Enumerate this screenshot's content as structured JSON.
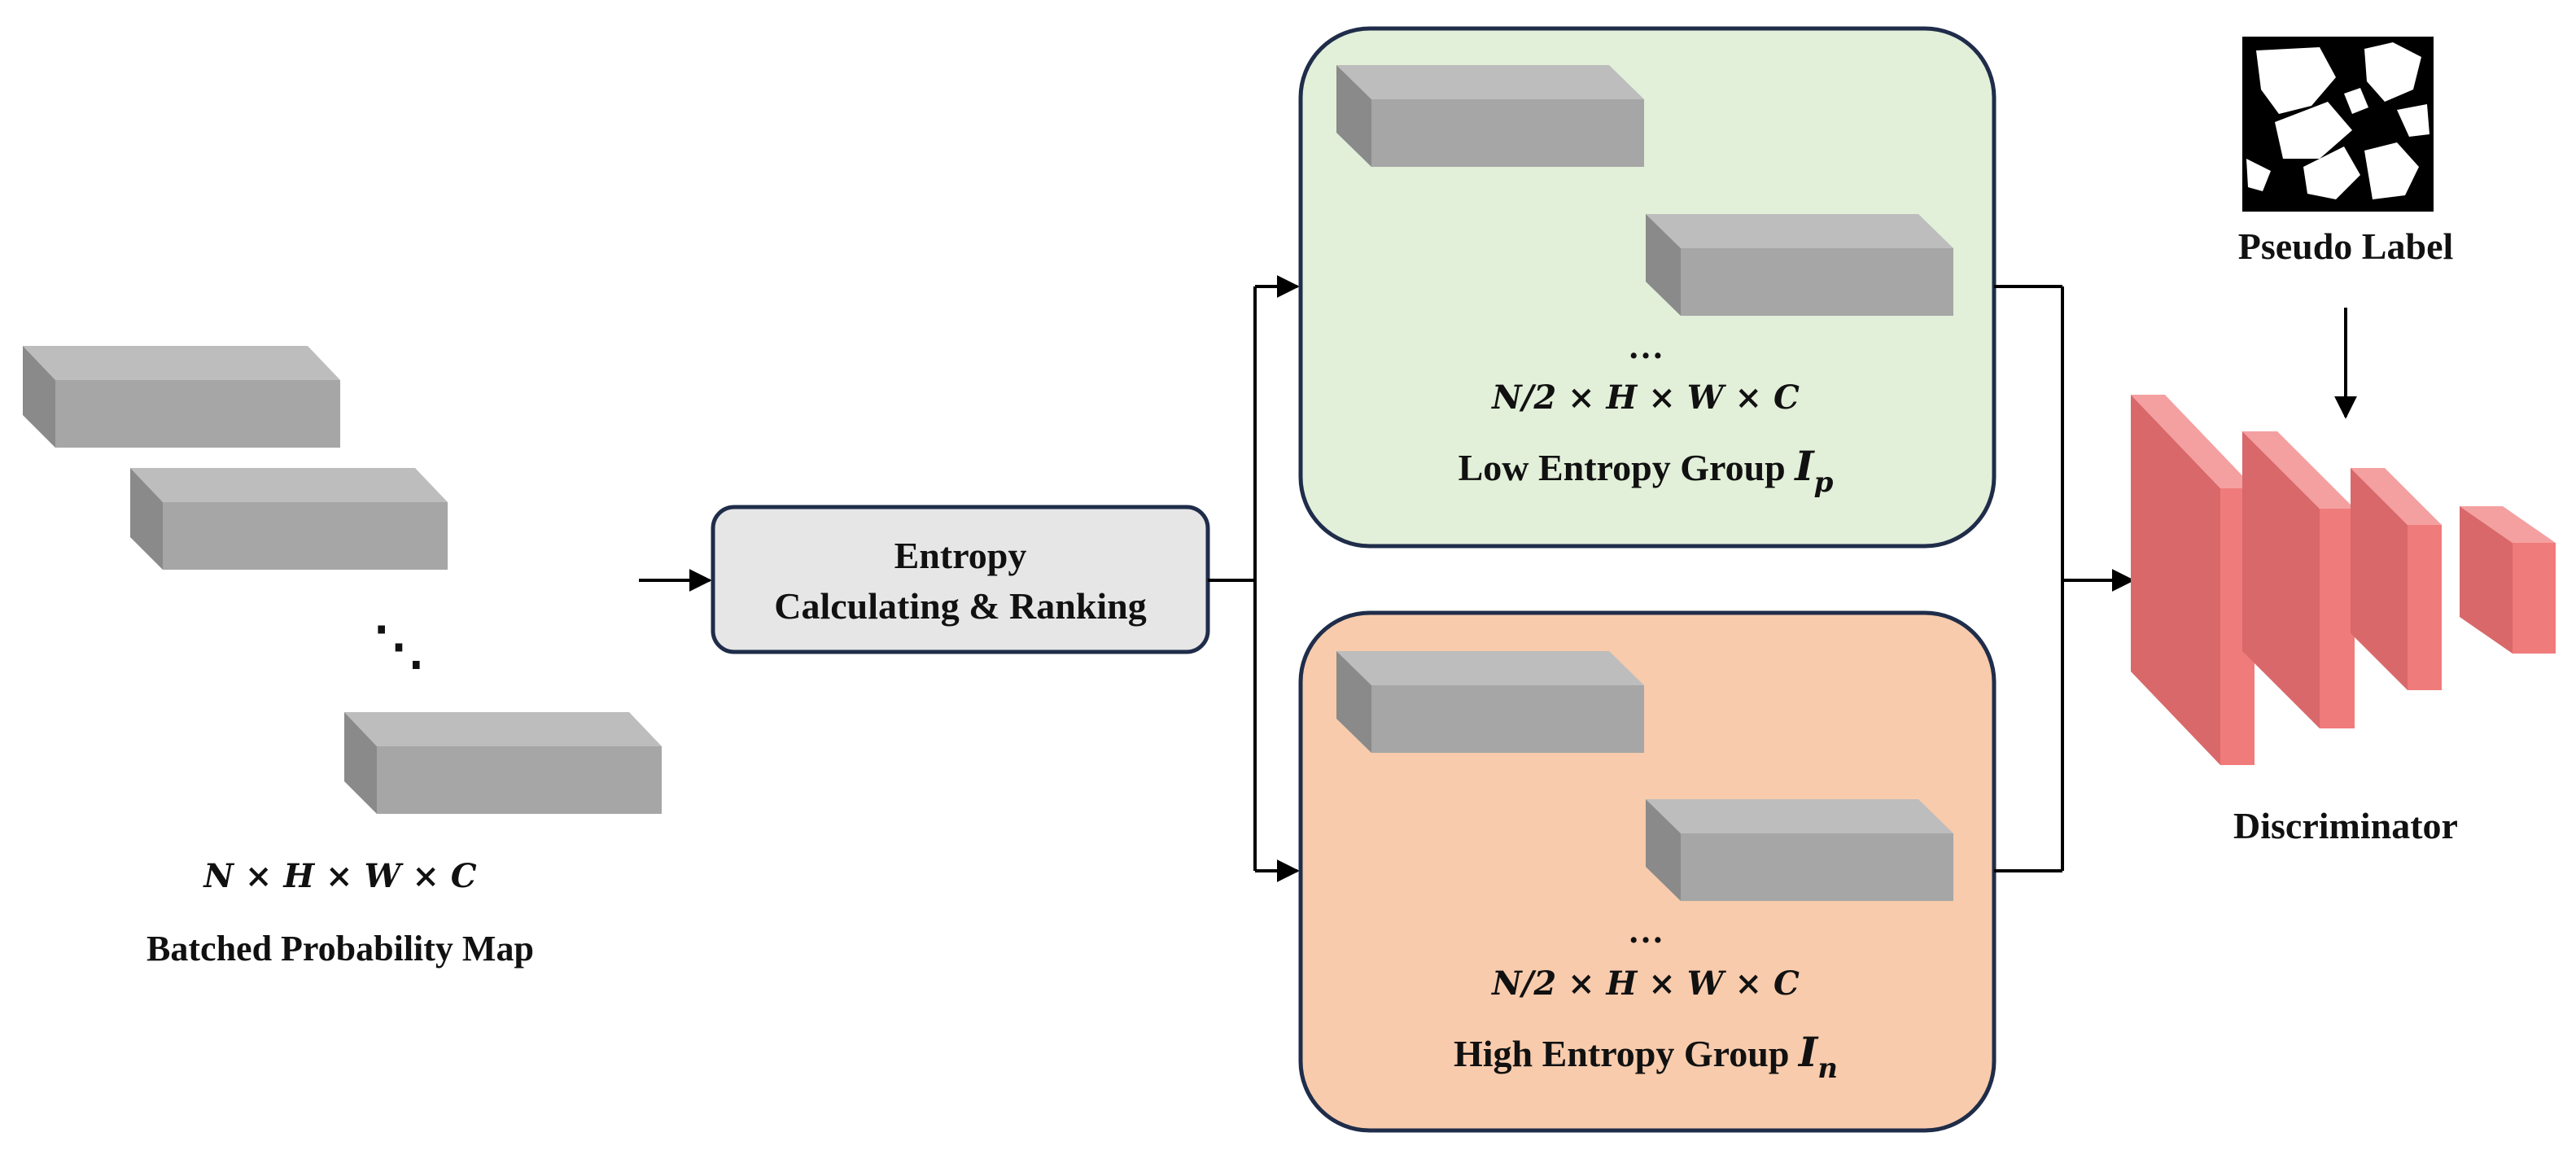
{
  "batch": {
    "dims_label": "N × H × W × C",
    "title": "Batched Probability Map",
    "ellipsis": "⋱"
  },
  "entropy_box": {
    "line1": "Entropy",
    "line2": "Calculating & Ranking",
    "fill": "#e6e6e6",
    "stroke": "#1f2d4a"
  },
  "low_group": {
    "ellipsis": "…",
    "dims_label": "N/2 × H × W × C",
    "title": "Low Entropy Group",
    "symbol": "I",
    "subscript": "p",
    "fill": "#e2efd9",
    "stroke": "#1f2d4a"
  },
  "high_group": {
    "ellipsis": "…",
    "dims_label": "N/2 × H × W × C",
    "title": "High Entropy Group",
    "symbol": "I",
    "subscript": "n",
    "fill": "#f7cbac",
    "stroke": "#1f2d4a"
  },
  "pseudo_label": {
    "title": "Pseudo Label"
  },
  "discriminator": {
    "title": "Discriminator",
    "color": "#f08080"
  },
  "colors": {
    "slab_top": "#bdbdbd",
    "slab_front": "#a6a6a6",
    "slab_side": "#8a8a8a",
    "arrow": "#000000"
  }
}
